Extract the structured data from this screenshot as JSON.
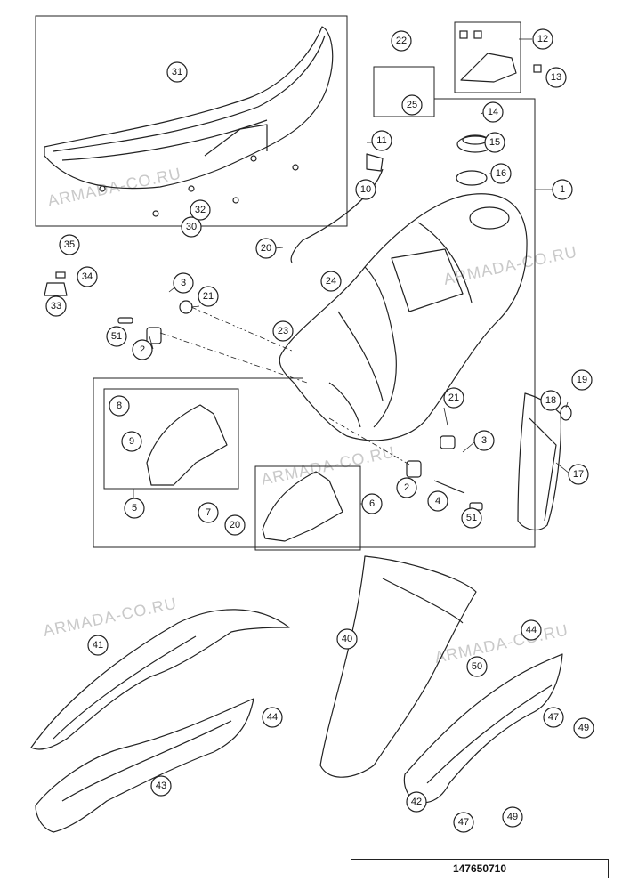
{
  "document_number": "147650710",
  "watermark": "ARMADA-CO.RU",
  "callouts": [
    "1",
    "2",
    "2",
    "3",
    "3",
    "4",
    "5",
    "6",
    "7",
    "8",
    "9",
    "10",
    "11",
    "12",
    "13",
    "14",
    "15",
    "16",
    "17",
    "18",
    "19",
    "20",
    "20",
    "21",
    "21",
    "22",
    "23",
    "24",
    "25",
    "30",
    "31",
    "32",
    "33",
    "34",
    "35",
    "40",
    "41",
    "42",
    "43",
    "44",
    "44",
    "47",
    "47",
    "49",
    "49",
    "50",
    "51",
    "51"
  ]
}
